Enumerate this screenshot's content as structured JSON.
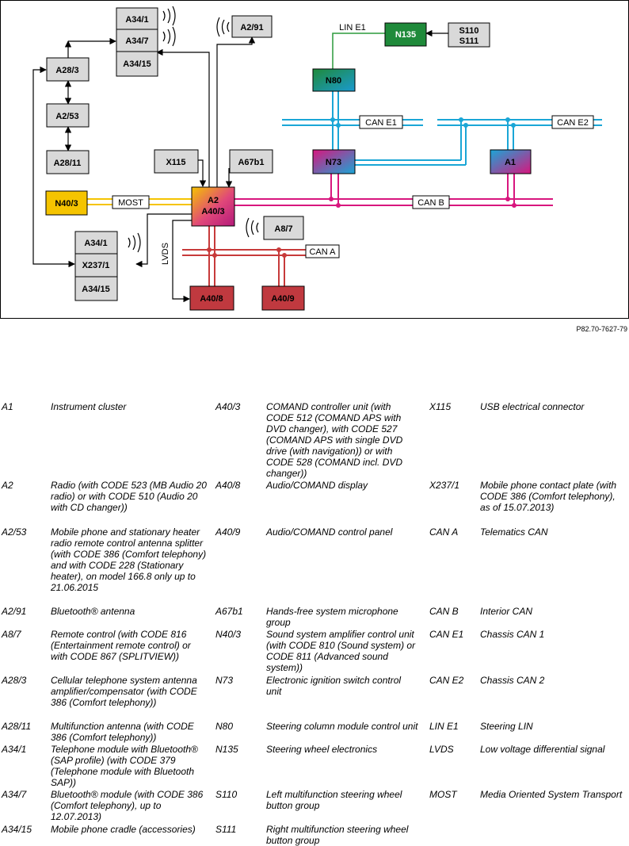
{
  "diagram": {
    "boxes": {
      "A34_1_top": "A34/1",
      "A34_7": "A34/7",
      "A34_15_top": "A34/15",
      "A2_91": "A2/91",
      "N135": "N135",
      "S110": "S110",
      "S111": "S111",
      "A28_3": "A28/3",
      "A2_53": "A2/53",
      "A28_11": "A28/11",
      "N80": "N80",
      "X115": "X115",
      "A67b1": "A67b1",
      "N73": "N73",
      "A1": "A1",
      "N40_3": "N40/3",
      "A2_line1": "A2",
      "A2_line2": "A40/3",
      "A8_7": "A8/7",
      "A34_1_bottom": "A34/1",
      "X237_1": "X237/1",
      "A34_15_bottom": "A34/15",
      "A40_8": "A40/8",
      "A40_9": "A40/9"
    },
    "labels": {
      "lin_e1": "LIN E1",
      "can_e1": "CAN E1",
      "can_e2": "CAN E2",
      "most": "MOST",
      "can_b": "CAN B",
      "can_a": "CAN A",
      "lvds": "LVDS"
    },
    "colors": {
      "can_e": "#1aa6d6",
      "can_b": "#d8167e",
      "can_a": "#c73a3a",
      "most": "#f5c400",
      "lin": "#2b9a3c",
      "gray_box": "#d9d9d9",
      "n135": "#1f8a3a",
      "red_box": "#c0393f"
    }
  },
  "reference": "P82.70-7627-79",
  "legend": [
    [
      {
        "code": "A1",
        "desc": "Instrument cluster"
      },
      {
        "code": "A2",
        "desc": "Radio (with CODE 523 (MB Audio 20 radio) or with CODE 510 (Audio 20 with CD changer))"
      },
      {
        "code": "A2/53",
        "desc": "Mobile phone and stationary heater radio remote control antenna splitter (with CODE 386 (Comfort telephony) and with CODE 228 (Stationary heater), on model 166.8 only up to 21.06.2015"
      },
      {
        "code": "A2/91",
        "desc": "Bluetooth® antenna"
      },
      {
        "code": "A8/7",
        "desc": "Remote control (with CODE 816 (Entertainment remote control) or with CODE 867 (SPLITVIEW))"
      },
      {
        "code": "A28/3",
        "desc": "Cellular telephone system antenna amplifier/compensator (with CODE 386 (Comfort telephony))"
      },
      {
        "code": "A28/11",
        "desc": "Multifunction antenna (with CODE 386 (Comfort telephony))"
      },
      {
        "code": "A34/1",
        "desc": "Telephone module with Bluetooth® (SAP profile) (with CODE 379 (Telephone module with Bluetooth SAP))"
      },
      {
        "code": "A34/7",
        "desc": "Bluetooth® module (with CODE 386 (Comfort telephony), up to 12.07.2013)"
      },
      {
        "code": "A34/15",
        "desc": "Mobile phone cradle (accessories)"
      }
    ],
    [
      {
        "code": "A40/3",
        "desc": "COMAND controller unit (with CODE 512 (COMAND APS with DVD changer), with CODE 527 (COMAND APS with single DVD drive (with navigation)) or with CODE 528 (COMAND incl. DVD changer))"
      },
      {
        "code": "A40/8",
        "desc": "Audio/COMAND display"
      },
      {
        "code": "A40/9",
        "desc": "Audio/COMAND control panel"
      },
      {
        "code": "A67b1",
        "desc": "Hands-free system microphone group"
      },
      {
        "code": "N40/3",
        "desc": "Sound system amplifier control unit (with CODE 810 (Sound system) or CODE 811 (Advanced sound system))"
      },
      {
        "code": "N73",
        "desc": "Electronic ignition switch control unit"
      },
      {
        "code": "N80",
        "desc": "Steering column module control unit"
      },
      {
        "code": "N135",
        "desc": "Steering wheel electronics"
      },
      {
        "code": "S110",
        "desc": "Left multifunction steering wheel button group"
      },
      {
        "code": "S111",
        "desc": "Right multifunction steering wheel button group"
      }
    ],
    [
      {
        "code": "X115",
        "desc": "USB electrical connector"
      },
      {
        "code": "X237/1",
        "desc": "Mobile phone contact plate (with CODE 386 (Comfort telephony), as of 15.07.2013)"
      },
      {
        "code": "CAN A",
        "desc": "Telematics CAN"
      },
      {
        "code": "CAN B",
        "desc": "Interior CAN"
      },
      {
        "code": "CAN E1",
        "desc": "Chassis CAN 1"
      },
      {
        "code": "CAN E2",
        "desc": "Chassis CAN 2"
      },
      {
        "code": "LIN E1",
        "desc": "Steering LIN"
      },
      {
        "code": "LVDS",
        "desc": "Low voltage differential signal"
      },
      {
        "code": "MOST",
        "desc": "Media Oriented System Transport"
      }
    ]
  ]
}
